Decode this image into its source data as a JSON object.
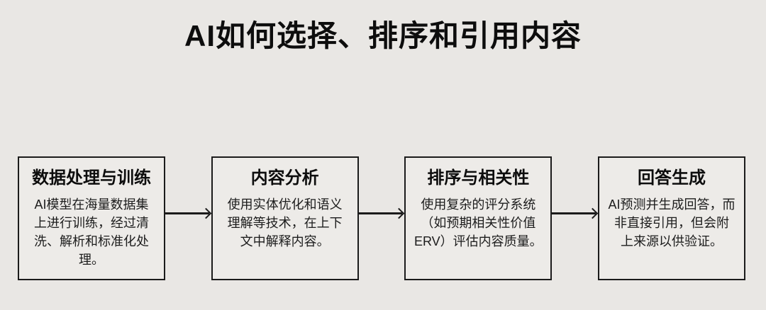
{
  "title": "AI如何选择、排序和引用内容",
  "colors": {
    "page_background": "#e9e7e4",
    "box_background": "#edebe8",
    "border": "#1b1b1b",
    "text": "#141414"
  },
  "flow": {
    "direction": "left-to-right",
    "connector_style": "arrow-right",
    "steps": [
      {
        "heading": "数据处理与训练",
        "body": "AI模型在海量数据集上进行训练，经过清洗、解析和标准化处理。",
        "lines": [
          "AI模型在海量数据集",
          "上进行训练，经过清",
          "洗、解析和标准化处",
          "理。"
        ]
      },
      {
        "heading": "内容分析",
        "body": "使用实体优化和语义理解等技术，在上下文中解释内容。",
        "lines": [
          "使用实体优化和语义",
          "理解等技术，在上下",
          "文中解释内容。"
        ]
      },
      {
        "heading": "排序与相关性",
        "body": "使用复杂的评分系统（如预期相关性价值ERV）评估内容质量。",
        "lines": [
          "使用复杂的评分系统",
          "（如预期相关性价值",
          "ERV）评估内容质量。"
        ]
      },
      {
        "heading": "回答生成",
        "body": "AI预测并生成回答，而非直接引用，但会附上来源以供验证。",
        "lines": [
          "AI预测并生成回答，而",
          "非直接引用，但会附",
          "上来源以供验证。"
        ]
      }
    ]
  }
}
